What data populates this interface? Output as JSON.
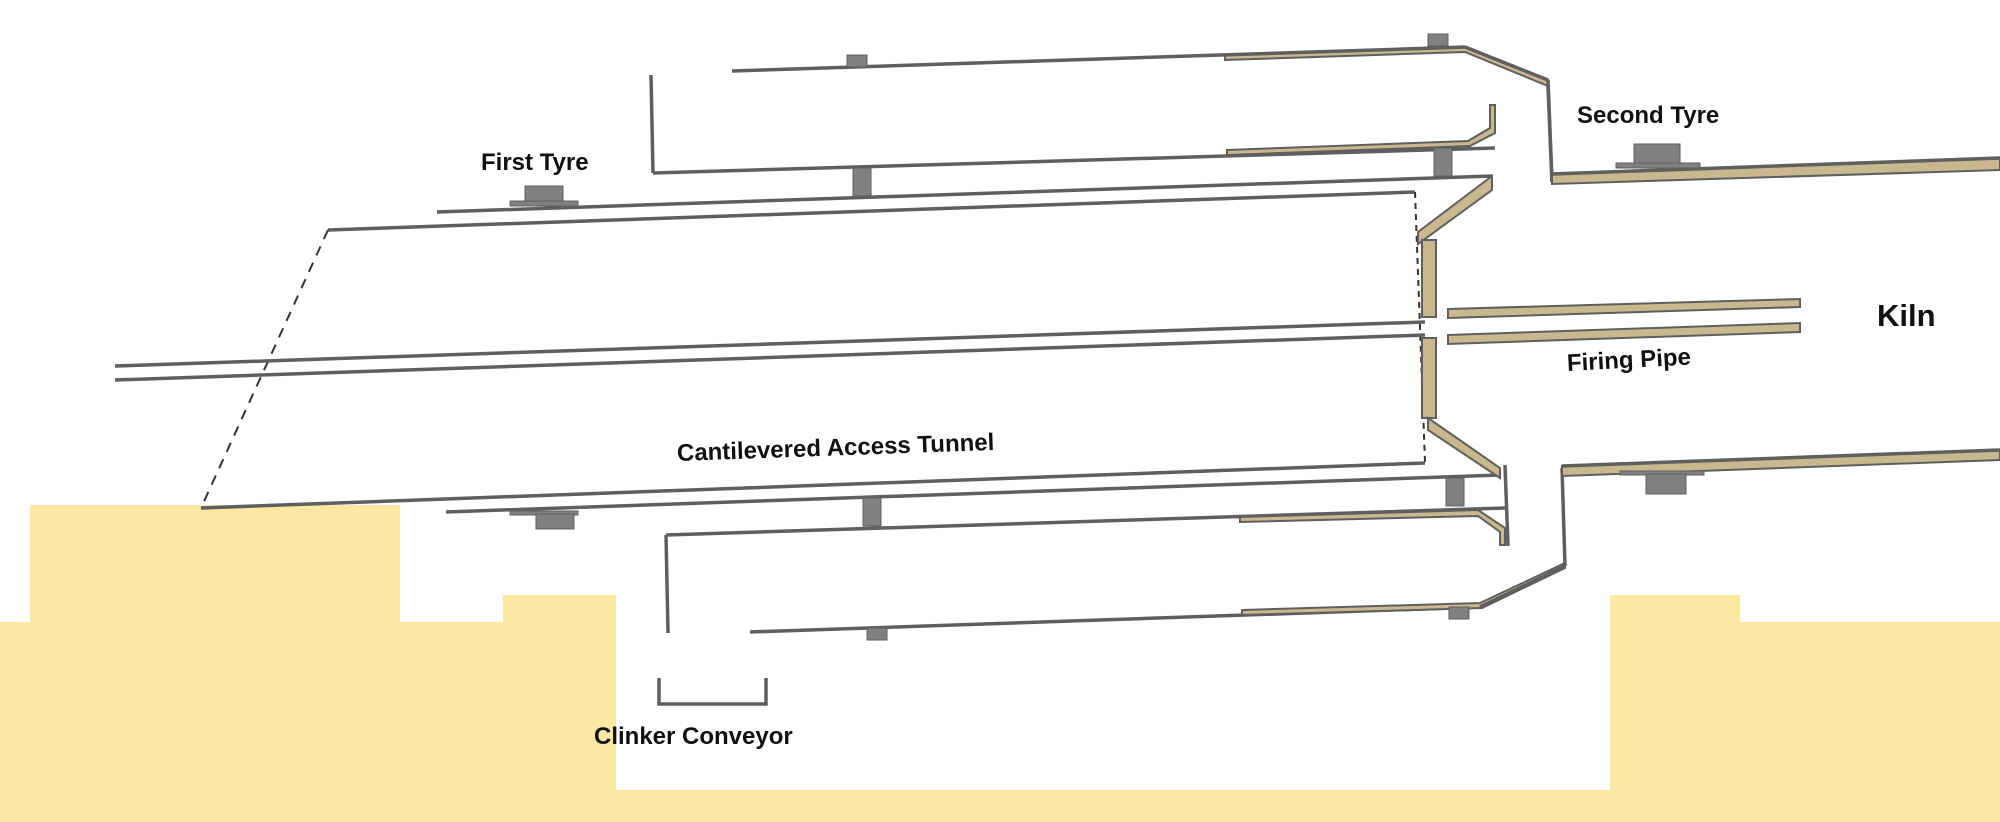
{
  "labels": {
    "first_tyre": "First Tyre",
    "second_tyre": "Second Tyre",
    "kiln": "Kiln",
    "firing_pipe": "Firing Pipe",
    "access_tunnel": "Cantilevered Access Tunnel",
    "clinker_conveyor": "Clinker Conveyor"
  },
  "colors": {
    "ground": "#fde8a3",
    "line": "#5f5f5f",
    "refractory": "#c9b88e",
    "tyre": "#808080"
  }
}
